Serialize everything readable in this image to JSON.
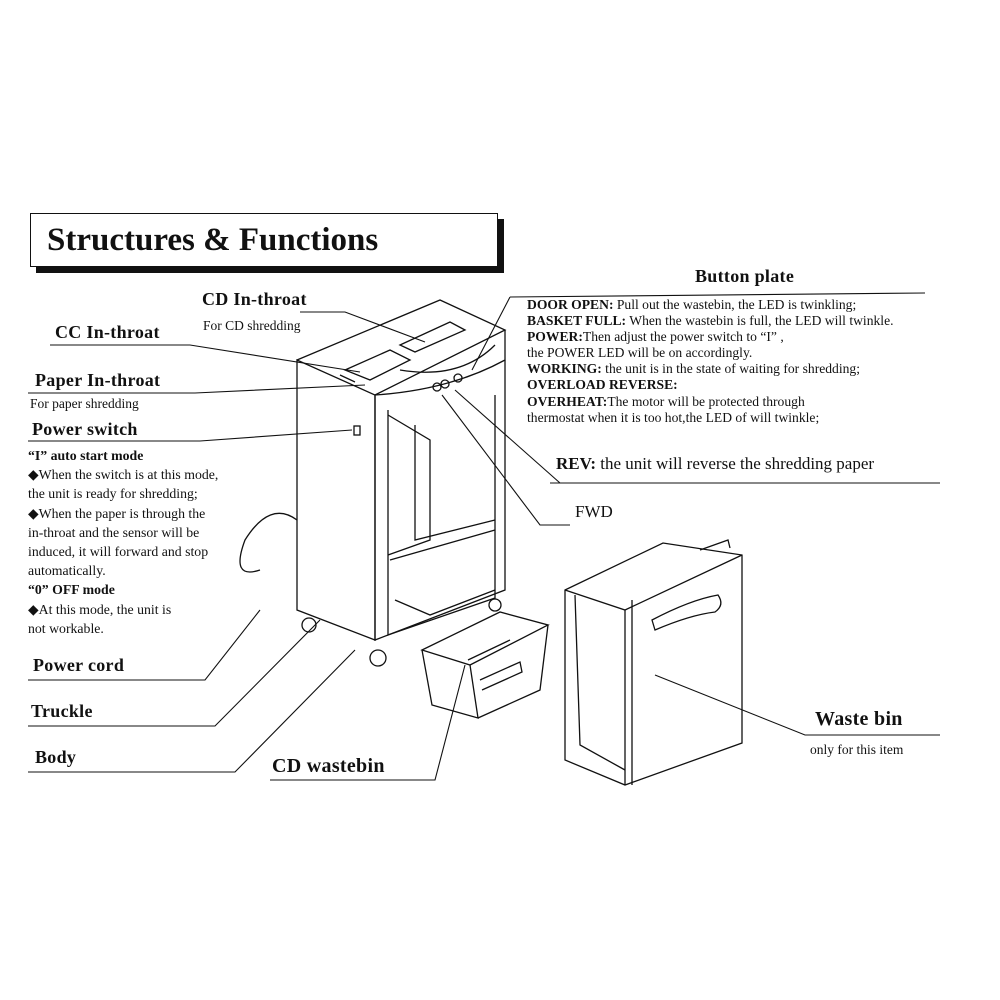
{
  "title": "Structures & Functions",
  "labels": {
    "cd_in_throat": "CD In-throat",
    "cd_in_throat_note": "For CD shredding",
    "cc_in_throat": "CC In-throat",
    "paper_in_throat": "Paper In-throat",
    "paper_in_throat_note": "For paper shredding",
    "power_switch": "Power switch",
    "power_cord": "Power cord",
    "truckle": "Truckle",
    "body": "Body",
    "cd_wastebin": "CD wastebin",
    "waste_bin": "Waste bin",
    "waste_bin_note": "only for this item",
    "button_plate": "Button plate",
    "rev_key": "REV:",
    "rev_text": " the unit will reverse the shredding paper",
    "fwd": "FWD"
  },
  "button_plate": [
    {
      "key": "DOOR OPEN:",
      "text": " Pull out the wastebin, the  LED is twinkling;"
    },
    {
      "key": "BASKET FULL:",
      "text": " When the wastebin is full, the LED will twinkle."
    },
    {
      "key": "POWER:",
      "text": "Then adjust the power switch to  “I” ,"
    },
    {
      "key": "",
      "text": "the POWER LED will be on accordingly."
    },
    {
      "key": "WORKING:",
      "text": " the unit is in the state of waiting for shredding;"
    },
    {
      "key": "OVERLOAD REVERSE:",
      "text": ""
    },
    {
      "key": "OVERHEAT:",
      "text": "The motor will be protected through"
    },
    {
      "key": "",
      "text": "thermostat when it is too hot,the  LED of  will twinkle;"
    }
  ],
  "modes": {
    "auto_heading": "“I”  auto start mode",
    "auto_lines": [
      "◆When the switch is at this mode,",
      "the unit is ready for shredding;",
      "◆When the paper is through the",
      " in-throat and the sensor will be",
      " induced, it will forward and stop",
      " automatically."
    ],
    "off_heading": "“0”  OFF mode",
    "off_lines": [
      "◆At this mode, the unit  is",
      "not workable."
    ]
  }
}
